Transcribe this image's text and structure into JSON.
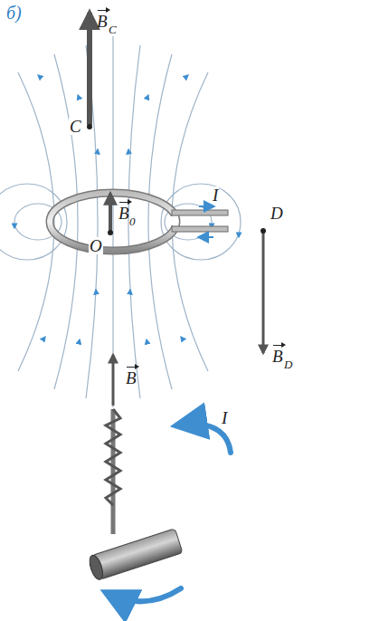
{
  "diagram": {
    "labels": [
      "б)",
      "B",
      "C",
      "C",
      "O",
      "B",
      "0",
      "I",
      "D",
      "B",
      "D",
      "B",
      "I"
    ]
  }
}
